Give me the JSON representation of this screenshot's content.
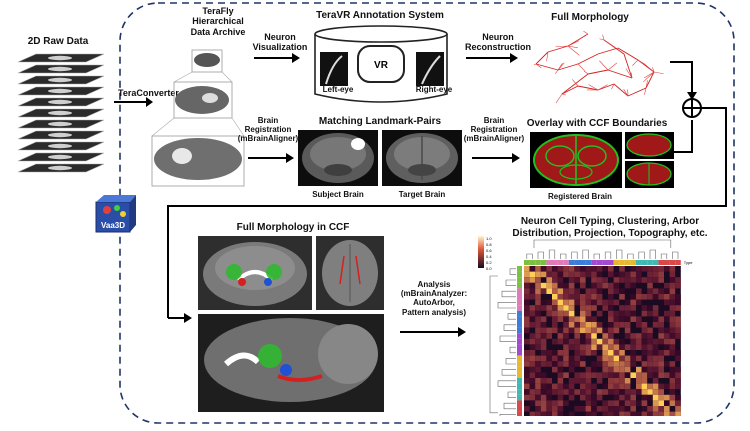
{
  "raw_data": {
    "label": "2D Raw Data"
  },
  "teraconverter": {
    "label": "TeraConverter"
  },
  "terafly": {
    "line1": "TeraFly",
    "line2": "Hierarchical",
    "line3": "Data Archive"
  },
  "neuron_vis": {
    "line1": "Neuron",
    "line2": "Visualization"
  },
  "teravr": {
    "title": "TeraVR Annotation System",
    "vr": "VR",
    "left_eye": "Left-eye",
    "right_eye": "Right-eye"
  },
  "neuron_recon": {
    "line1": "Neuron",
    "line2": "Reconstruction"
  },
  "full_morph": {
    "title": "Full Morphology"
  },
  "brain_reg1": {
    "line1": "Brain",
    "line2": "Registration",
    "line3": "(mBrainAligner)"
  },
  "landmark": {
    "title": "Matching Landmark-Pairs",
    "subject": "Subject Brain",
    "target": "Target Brain"
  },
  "brain_reg2": {
    "line1": "Brain",
    "line2": "Registration",
    "line3": "(mBrainAligner)"
  },
  "overlay": {
    "title": "Overlay with CCF Boundaries",
    "registered": "Registered Brain"
  },
  "vaa3d": {
    "label": "Vaa3D"
  },
  "ccf": {
    "title": "Full Morphology in CCF"
  },
  "analysis": {
    "line1": "Analysis",
    "line2": "(mBrainAnalyzer:",
    "line3": "AutoArbor,",
    "line4": "Pattern analysis)"
  },
  "typing": {
    "line1": "Neuron Cell Typing, Clustering, Arbor",
    "line2": "Distribution, Projection, Topography, etc.",
    "colorbar_ticks": [
      "1.0",
      "0.8",
      "0.6",
      "0.4",
      "0.2",
      "0.0"
    ],
    "type_label": "Type"
  },
  "colors": {
    "frame": "#1f3566",
    "arrow": "#000000",
    "neuron_red": "#d42020",
    "ccf_green": "#1fc21f"
  }
}
